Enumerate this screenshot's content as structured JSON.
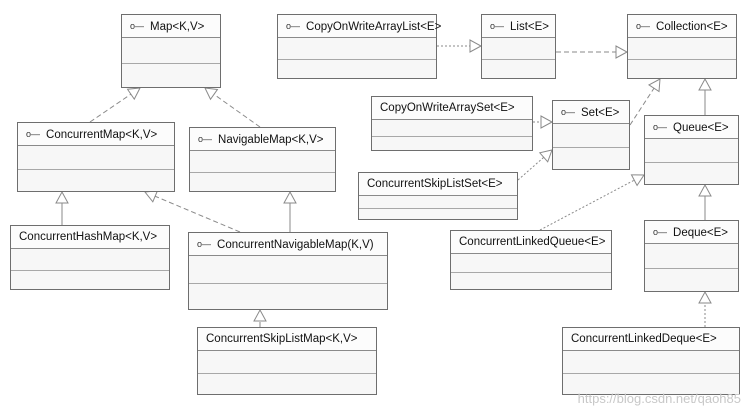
{
  "diagram": {
    "nodes": [
      {
        "id": "map",
        "label": "Map<K,V>",
        "icon": "interface-lollipop-icon"
      },
      {
        "id": "cowal",
        "label": "CopyOnWriteArrayList<E>",
        "icon": "interface-lollipop-icon"
      },
      {
        "id": "list",
        "label": "List<E>",
        "icon": "interface-lollipop-icon"
      },
      {
        "id": "collection",
        "label": "Collection<E>",
        "icon": "interface-lollipop-icon"
      },
      {
        "id": "cowas",
        "label": "CopyOnWriteArraySet<E>",
        "icon": ""
      },
      {
        "id": "set",
        "label": "Set<E>",
        "icon": "interface-lollipop-icon"
      },
      {
        "id": "queue",
        "label": "Queue<E>",
        "icon": "interface-lollipop-icon"
      },
      {
        "id": "cmap",
        "label": "ConcurrentMap<K,V>",
        "icon": "interface-lollipop-icon"
      },
      {
        "id": "nmap",
        "label": "NavigableMap<K,V>",
        "icon": "interface-lollipop-icon"
      },
      {
        "id": "csls",
        "label": "ConcurrentSkipListSet<E>",
        "icon": ""
      },
      {
        "id": "chm",
        "label": "ConcurrentHashMap<K,V>",
        "icon": ""
      },
      {
        "id": "cnm",
        "label": "ConcurrentNavigableMap(K,V)",
        "icon": "interface-lollipop-icon"
      },
      {
        "id": "clq",
        "label": "ConcurrentLinkedQueue<E>",
        "icon": ""
      },
      {
        "id": "deque",
        "label": "Deque<E>",
        "icon": "interface-lollipop-icon"
      },
      {
        "id": "cslm",
        "label": "ConcurrentSkipListMap<K,V>",
        "icon": ""
      },
      {
        "id": "cld",
        "label": "ConcurrentLinkedDeque<E>",
        "icon": ""
      }
    ],
    "edges": [
      {
        "from": "cmap",
        "to": "map",
        "style": "dashed"
      },
      {
        "from": "nmap",
        "to": "map",
        "style": "dashed"
      },
      {
        "from": "chm",
        "to": "cmap",
        "style": "solid"
      },
      {
        "from": "cnm",
        "to": "cmap",
        "style": "dashed"
      },
      {
        "from": "cnm",
        "to": "nmap",
        "style": "solid"
      },
      {
        "from": "cslm",
        "to": "cnm",
        "style": "dashed"
      },
      {
        "from": "cowal",
        "to": "list",
        "style": "dotted"
      },
      {
        "from": "list",
        "to": "collection",
        "style": "dashed"
      },
      {
        "from": "set",
        "to": "collection",
        "style": "dashed"
      },
      {
        "from": "queue",
        "to": "collection",
        "style": "solid"
      },
      {
        "from": "cowas",
        "to": "set",
        "style": "dotted"
      },
      {
        "from": "csls",
        "to": "set",
        "style": "dotted"
      },
      {
        "from": "clq",
        "to": "queue",
        "style": "dotted"
      },
      {
        "from": "deque",
        "to": "queue",
        "style": "solid"
      },
      {
        "from": "cld",
        "to": "deque",
        "style": "dotted"
      }
    ],
    "colors": {
      "border": "#6e6e6e",
      "fill": "#f7f7f7",
      "line": "#8a8a8a",
      "text": "#111111"
    }
  },
  "watermark": "https://blog.csdn.net/qaoh85"
}
